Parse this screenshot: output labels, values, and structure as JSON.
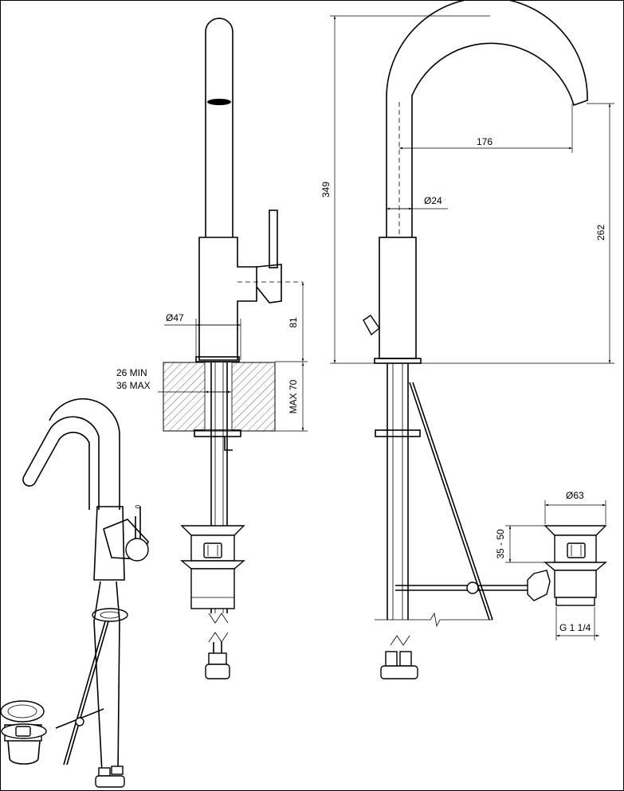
{
  "dimensions": {
    "d47": "Ø47",
    "h81": "81",
    "min26": "26 MIN",
    "max36": "36 MAX",
    "max70": "MAX 70",
    "h349": "349",
    "w176": "176",
    "d24": "Ø24",
    "h262": "262",
    "d63": "Ø63",
    "h35_50": "35 - 50",
    "g114": "G 1 1/4"
  }
}
